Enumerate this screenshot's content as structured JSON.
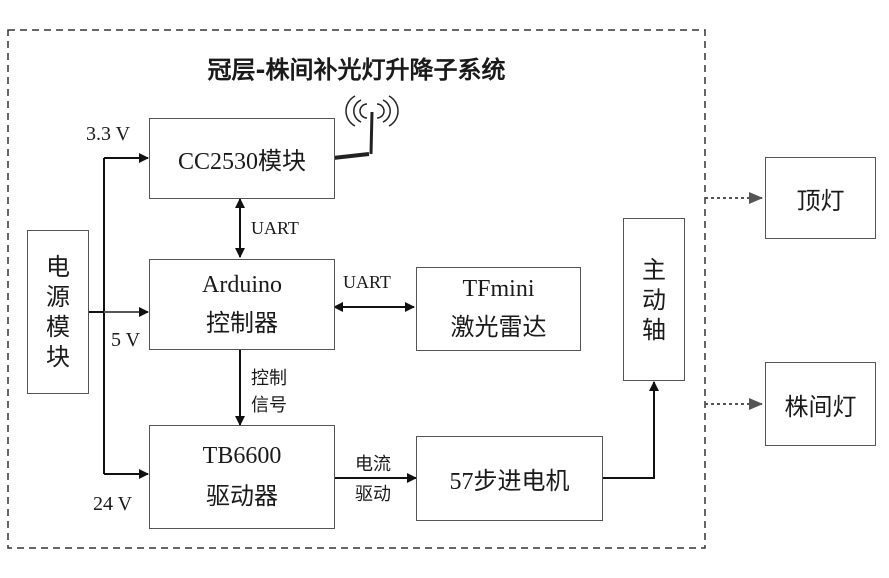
{
  "title": "冠层-株间补光灯升降子系统",
  "blocks": {
    "cc2530": "CC2530模块",
    "arduino_l1": "Arduino",
    "arduino_l2": "控制器",
    "tfmini_l1": "TFmini",
    "tfmini_l2": "激光雷达",
    "tb6600_l1": "TB6600",
    "tb6600_l2": "驱动器",
    "motor": "57步进电机",
    "power": [
      "电",
      "源",
      "模",
      "块"
    ],
    "shaft": [
      "主",
      "动",
      "轴"
    ],
    "top_light": "顶灯",
    "inter_light": "株间灯"
  },
  "labels": {
    "v33": "3.3 V",
    "v5": "5 V",
    "v24": "24 V",
    "uart1": "UART",
    "uart2": "UART",
    "control_l1": "控制",
    "control_l2": "信号",
    "current_l1": "电流",
    "current_l2": "驱动"
  }
}
